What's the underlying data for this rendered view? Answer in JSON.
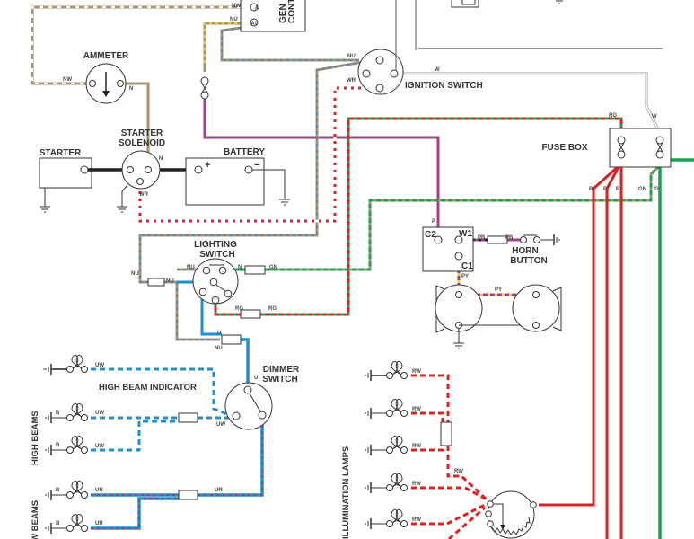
{
  "diagram": {
    "title": "Wiring diagram (partial view)",
    "colors": {
      "brown": "#a89070",
      "white": "#cccccc",
      "blue": "#1e90d0",
      "red": "#e02020",
      "green": "#1aa050",
      "purple": "#a0408a",
      "yellow": "#f2d020",
      "black": "#222222",
      "outline": "#333333"
    },
    "components": {
      "gen_control": {
        "label_line1": "GEN",
        "label_line2": "CONT",
        "terminals": [
          "A",
          "A1"
        ]
      },
      "ammeter": {
        "label": "AMMETER"
      },
      "starter": {
        "label": "STARTER"
      },
      "starter_solenoid": {
        "label_line1": "STARTER",
        "label_line2": "SOLENOID"
      },
      "battery": {
        "label": "BATTERY",
        "pos": "+",
        "neg": "−"
      },
      "ignition_switch": {
        "label": "IGNITION SWITCH"
      },
      "fuse_box": {
        "label": "FUSE BOX"
      },
      "lighting_switch": {
        "label_line1": "LIGHTING",
        "label_line2": "SWITCH"
      },
      "horn_relay": {
        "terminals": [
          "C2",
          "W1",
          "C1"
        ]
      },
      "horn_button": {
        "label_line1": "HORN",
        "label_line2": "BUTTON"
      },
      "dimmer_switch": {
        "label_line1": "DIMMER",
        "label_line2": "SWITCH"
      },
      "high_beam_indicator": {
        "label": "HIGH BEAM INDICATOR"
      },
      "high_beams": {
        "label": "HIGH BEAMS"
      },
      "low_beams": {
        "label": "LOW BEAMS"
      },
      "illumination_lamps": {
        "label": "ILLUMINATION LAMPS"
      }
    },
    "wire_codes": {
      "nw_gen": "NW",
      "nu_gen": "NU",
      "nw_ammeter": "NW",
      "n_ammeter": "N",
      "n_solenoid": "N",
      "wr_solenoid": "WR",
      "nu_ign": "NU",
      "wr_ign": "WR",
      "w_ign": "W",
      "w_fuse": "W",
      "rg_fuse": "RG",
      "r1": "R",
      "r2": "R",
      "r3": "R",
      "gn_fuse": "GN",
      "g_fuse": "G",
      "p_relay": "P",
      "pb1": "PB",
      "pb2": "PB",
      "py1": "PY",
      "py2": "PY",
      "nu_left": "NU",
      "nu_ls": "NU",
      "nu_ls2": "NU",
      "n_ls": "N",
      "gn_ls": "GN",
      "rg_ls1": "RG",
      "rg_ls2": "RG",
      "u_ls": "U",
      "nu_ls3": "NU",
      "u_dim": "U",
      "uw_ind": "UW",
      "uw_hb1": "UW",
      "uw_hb2": "UW",
      "uw_dim": "UW",
      "ur_lb1": "UR",
      "ur_lb2": "UR",
      "ur_dim": "UR",
      "b1": "B",
      "b2": "B",
      "b3": "B",
      "b4": "B",
      "rw1": "RW",
      "rw2": "RW",
      "rw3": "RW",
      "rw4": "RW",
      "rw5": "RW",
      "rw6": "RW"
    }
  }
}
